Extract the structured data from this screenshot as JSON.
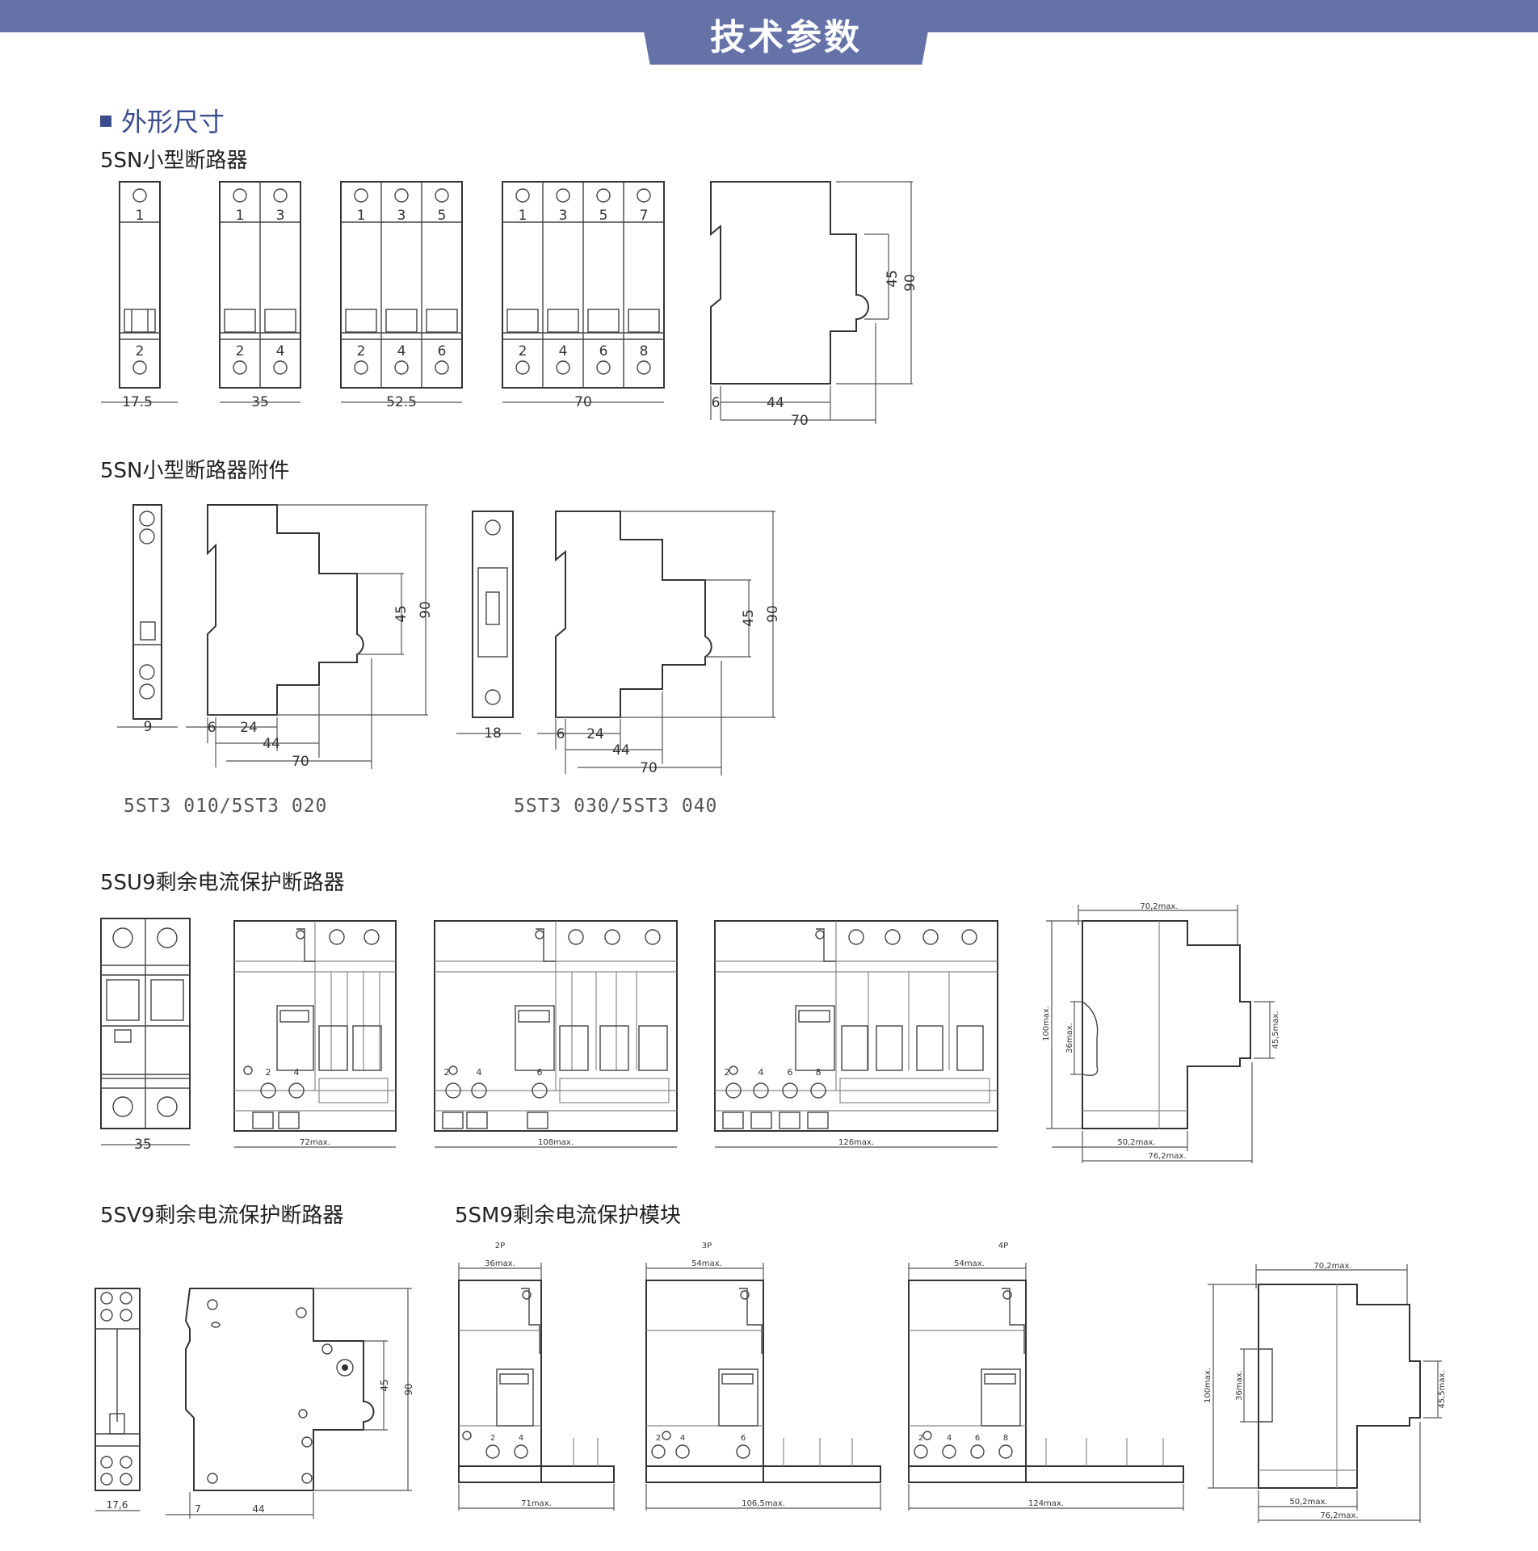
{
  "header": {
    "title": "技术参数"
  },
  "section": {
    "title": "外形尺寸"
  },
  "groups": {
    "g1": "5SN小型断路器",
    "g2": "5SN小型断路器附件",
    "g3": "5SU9剩余电流保护断路器",
    "g4": "5SV9剩余电流保护断路器",
    "g5": "5SM9剩余电流保护模块"
  },
  "sn": {
    "top_terms": [
      [
        "1"
      ],
      [
        "1",
        "3"
      ],
      [
        "1",
        "3",
        "5"
      ],
      [
        "1",
        "3",
        "5",
        "7"
      ]
    ],
    "bot_terms": [
      [
        "2"
      ],
      [
        "2",
        "4"
      ],
      [
        "2",
        "4",
        "6"
      ],
      [
        "2",
        "4",
        "6",
        "8"
      ]
    ],
    "widths": [
      "17.5",
      "35",
      "52.5",
      "70"
    ],
    "side": {
      "h45": "45",
      "h90": "90",
      "d6": "6",
      "d44": "44",
      "d70": "70"
    }
  },
  "acc": {
    "left": {
      "w": "9",
      "d6": "6",
      "d24": "24",
      "d44": "44",
      "d70": "70",
      "h45": "45",
      "h90": "90",
      "caption": "5ST3 010/5ST3 020"
    },
    "right": {
      "w": "18",
      "d6": "6",
      "d24": "24",
      "d44": "44",
      "d70": "70",
      "h45": "45",
      "h90": "90",
      "caption": "5ST3 030/5ST3 040"
    }
  },
  "su9": {
    "w35": "35",
    "front": [
      "72max.",
      "108max.",
      "126max."
    ],
    "terms": [
      [
        "2",
        "4"
      ],
      [
        "2",
        "4",
        "6"
      ],
      [
        "2",
        "4",
        "6",
        "8"
      ]
    ],
    "side": {
      "top": "70,2max.",
      "h100": "100max.",
      "h36": "36max.",
      "h455": "45,5max.",
      "b50": "50,2max.",
      "b76": "76,2max."
    }
  },
  "sv9": {
    "w": "17,6",
    "d7": "7",
    "d44": "44",
    "h45": "45",
    "h90": "90"
  },
  "sm9": {
    "poles": [
      "2P",
      "3P",
      "4P"
    ],
    "tops": [
      "36max.",
      "54max.",
      "54max."
    ],
    "bots": [
      "71max.",
      "106,5max.",
      "124max."
    ],
    "terms": [
      [
        "2",
        "4"
      ],
      [
        "2",
        "4",
        "6"
      ],
      [
        "2",
        "4",
        "6",
        "8"
      ]
    ],
    "side": {
      "top": "70,2max.",
      "h100": "100max.",
      "h36": "36max.",
      "h455": "45,5max.",
      "b50": "50,2max.",
      "b76": "76,2max."
    }
  }
}
